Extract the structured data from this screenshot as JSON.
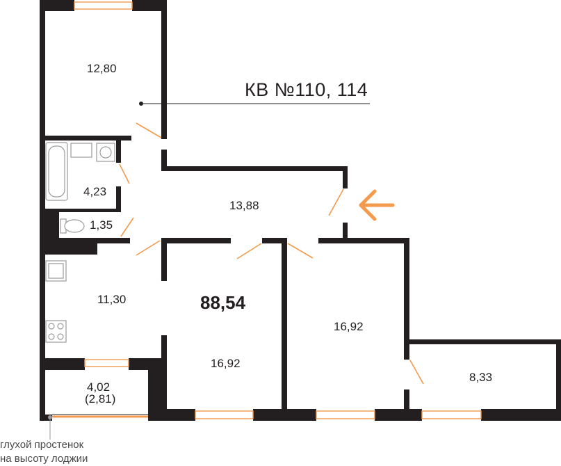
{
  "title": "КВ №110, 114",
  "total_area": "88,54",
  "rooms": {
    "room_top_left": "12,80",
    "bathroom": "4,23",
    "toilet": "1,35",
    "hall": "13,88",
    "kitchen": "11,30",
    "room_middle": "16,92",
    "room_right": "16,92",
    "balcony": "8,33",
    "loggia": "4,02",
    "loggia_reduced": "(2,81)"
  },
  "note_lines": [
    "глухой простенок",
    "на высоту лоджии"
  ],
  "colors": {
    "wall": "#231f20",
    "accent": "#f39a4c",
    "fixture": "#9a9a9a"
  },
  "icons": {
    "entrance": "entrance-arrow-icon"
  }
}
